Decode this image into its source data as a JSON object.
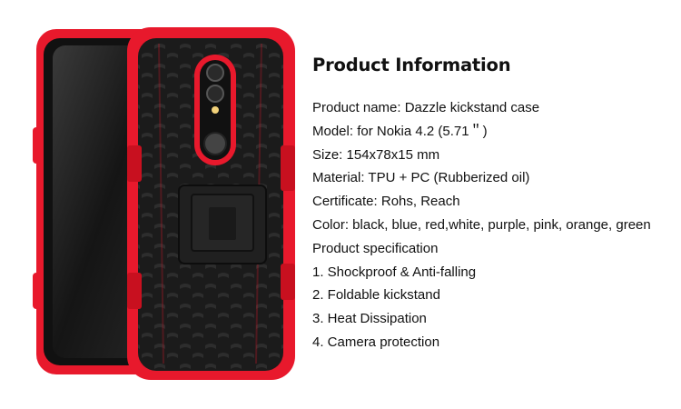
{
  "product_info": {
    "title": "Product Information",
    "lines": [
      "Product name: Dazzle kickstand case",
      "Model: for Nokia 4.2 (5.71＂)",
      "Size: 154x78x15 mm",
      "Material: TPU + PC (Rubberized oil)",
      "Certificate: Rohs, Reach",
      "Color: black, blue, red,white, purple, pink, orange, green",
      "Product specification",
      "1. Shockproof & Anti-falling",
      "2. Foldable kickstand",
      "3. Heat Dissipation",
      "4. Camera protection"
    ]
  },
  "colors": {
    "case_red": "#e8192c",
    "case_black": "#1a1a1a",
    "text": "#111111"
  }
}
